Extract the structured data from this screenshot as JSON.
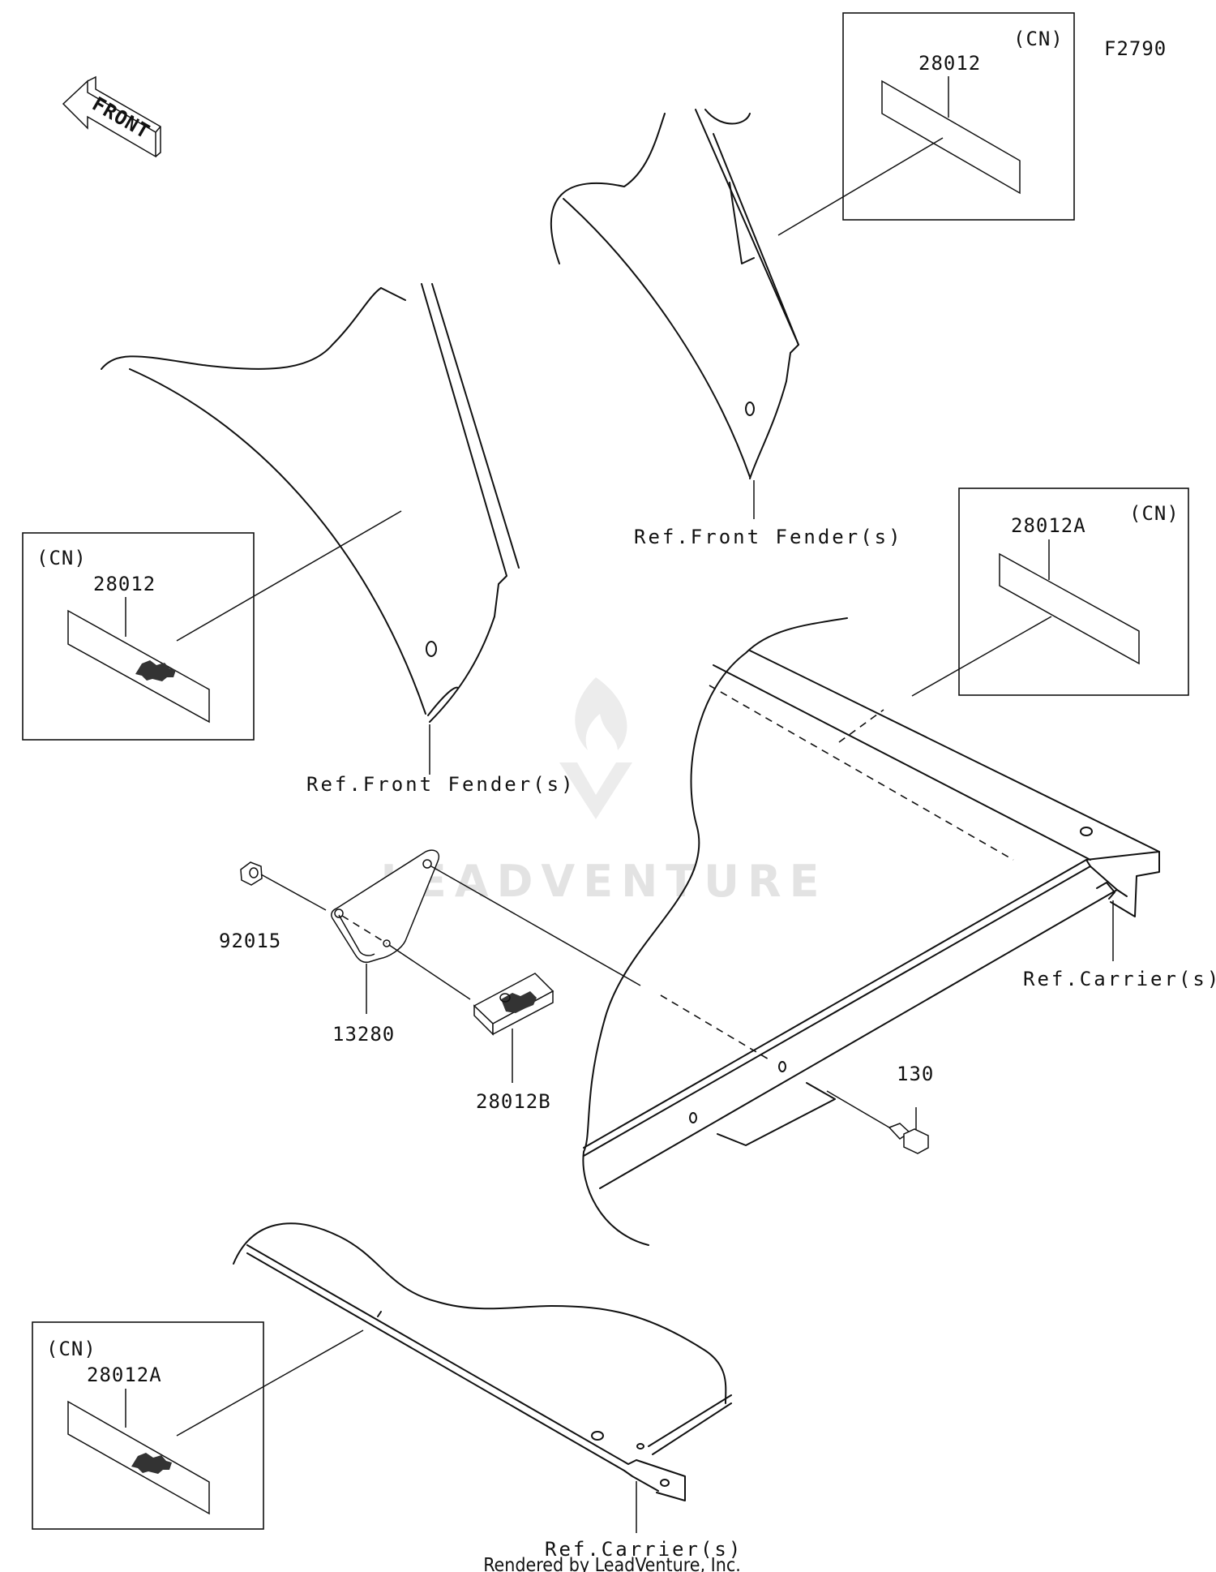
{
  "figure_code": "F2790",
  "front_arrow_label": "FRONT",
  "region_marker": "(CN)",
  "parts": {
    "p28012": "28012",
    "p28012A": "28012A",
    "p28012B": "28012B",
    "p92015": "92015",
    "p13280": "13280",
    "p130": "130"
  },
  "references": {
    "front_fender": "Ref.Front Fender(s)",
    "carrier": "Ref.Carrier(s)"
  },
  "watermark": "LEADVENTURE",
  "footer": "Rendered by LeadVenture, Inc."
}
